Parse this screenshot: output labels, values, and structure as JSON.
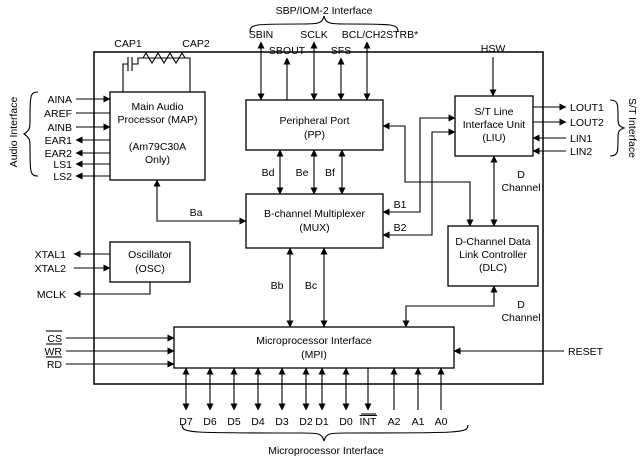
{
  "interfaces": {
    "top": "SBP/IOM-2 Interface",
    "bottom": "Microprocessor Interface",
    "left": "Audio Interface",
    "right": "S/T Interface"
  },
  "blocks": {
    "map": [
      "Main Audio",
      "Processor (MAP)",
      "(Am79C30A",
      "Only)"
    ],
    "pp": [
      "Peripheral Port",
      "(PP)"
    ],
    "mux": [
      "B-channel Multiplexer",
      "(MUX)"
    ],
    "liu": [
      "S/T Line",
      "Interface Unit",
      "(LIU)"
    ],
    "osc": [
      "Oscillator",
      "(OSC)"
    ],
    "dlc": [
      "D-Channel Data",
      "Link Controller",
      "(DLC)"
    ],
    "mpi": [
      "Microprocessor Interface",
      "(MPI)"
    ]
  },
  "pins": {
    "cap1": "CAP1",
    "cap2": "CAP2",
    "audio": [
      "AINA",
      "AREF",
      "AINB",
      "EAR1",
      "EAR2",
      "LS1",
      "LS2"
    ],
    "sbp": [
      "SBIN",
      "SBOUT",
      "SCLK",
      "SFS",
      "BCL/CH2STRB*"
    ],
    "hsw": "HSW",
    "st": [
      "LOUT1",
      "LOUT2",
      "LIN1",
      "LIN2"
    ],
    "osc": [
      "XTAL1",
      "XTAL2",
      "MCLK"
    ],
    "ctrl": [
      "CS",
      "WR",
      "RD"
    ],
    "reset": "RESET",
    "bus": [
      "D7",
      "D6",
      "D5",
      "D4",
      "D3",
      "D2",
      "D1",
      "D0",
      "INT",
      "A2",
      "A1",
      "A0"
    ]
  },
  "channels": {
    "bd": "Bd",
    "be": "Be",
    "bf": "Bf",
    "ba": "Ba",
    "bb": "Bb",
    "bc": "Bc",
    "b1": "B1",
    "b2": "B2",
    "d1": [
      "D",
      "Channel"
    ],
    "d2": [
      "D",
      "Channel"
    ]
  }
}
